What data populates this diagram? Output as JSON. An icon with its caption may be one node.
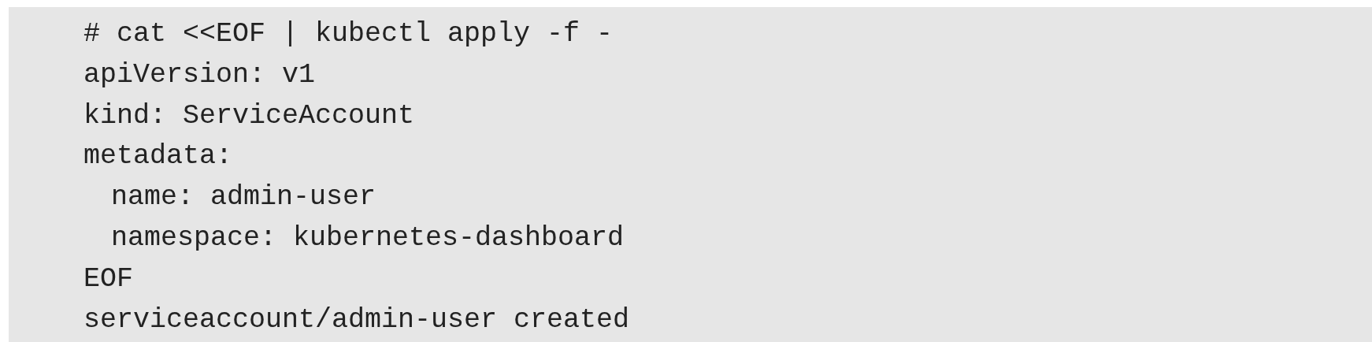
{
  "diagram": {
    "labels": [
      "# cat <<EOF | kubectl apply -f -",
      "apiVersion: v1",
      "kind: ServiceAccount",
      "metadata:",
      "name: admin-user",
      "namespace: kubernetes-dashboard",
      "EOF",
      "serviceaccount/admin-user created"
    ]
  }
}
